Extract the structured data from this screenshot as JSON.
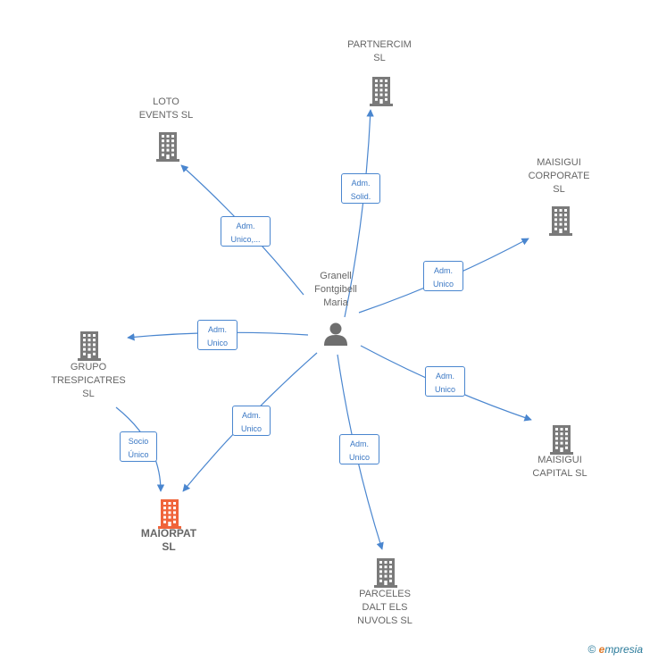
{
  "center": {
    "label": "Granell\nFontgibell\nMaria",
    "icon": "person-icon"
  },
  "companies": [
    {
      "id": "partnercim",
      "label": "PARTNERCIM\nSL",
      "highlight": false
    },
    {
      "id": "loto",
      "label": "LOTO\nEVENTS  SL",
      "highlight": false
    },
    {
      "id": "maisigui_corp",
      "label": "MAISIGUI\nCORPORATE\nSL",
      "highlight": false
    },
    {
      "id": "grupo",
      "label": "GRUPO\nTRESPICATRES\nSL",
      "highlight": false
    },
    {
      "id": "maisigui_cap",
      "label": "MAISIGUI\nCAPITAL  SL",
      "highlight": false
    },
    {
      "id": "maiorpat",
      "label": "MAIORPAT\nSL",
      "highlight": true
    },
    {
      "id": "parceles",
      "label": "PARCELES\nDALT ELS\nNUVOLS  SL",
      "highlight": false
    }
  ],
  "edges": [
    {
      "from": "center",
      "to": "partnercim",
      "label": "Adm.\nSolid."
    },
    {
      "from": "center",
      "to": "loto",
      "label": "Adm.\nUnico,..."
    },
    {
      "from": "center",
      "to": "maisigui_corp",
      "label": "Adm.\nUnico"
    },
    {
      "from": "center",
      "to": "grupo",
      "label": "Adm.\nUnico"
    },
    {
      "from": "center",
      "to": "maisigui_cap",
      "label": "Adm.\nUnico"
    },
    {
      "from": "center",
      "to": "maiorpat",
      "label": "Adm.\nUnico"
    },
    {
      "from": "center",
      "to": "parceles",
      "label": "Adm.\nUnico"
    },
    {
      "from": "grupo",
      "to": "maiorpat",
      "label": "Socio\nÚnico"
    }
  ],
  "colors": {
    "edge": "#4a86cf",
    "building": "#7a7a7a",
    "highlight": "#f0643a",
    "person": "#6e6e6e"
  },
  "footer": {
    "copyright": "©",
    "brand_e": "e",
    "brand_rest": "mpresia"
  }
}
